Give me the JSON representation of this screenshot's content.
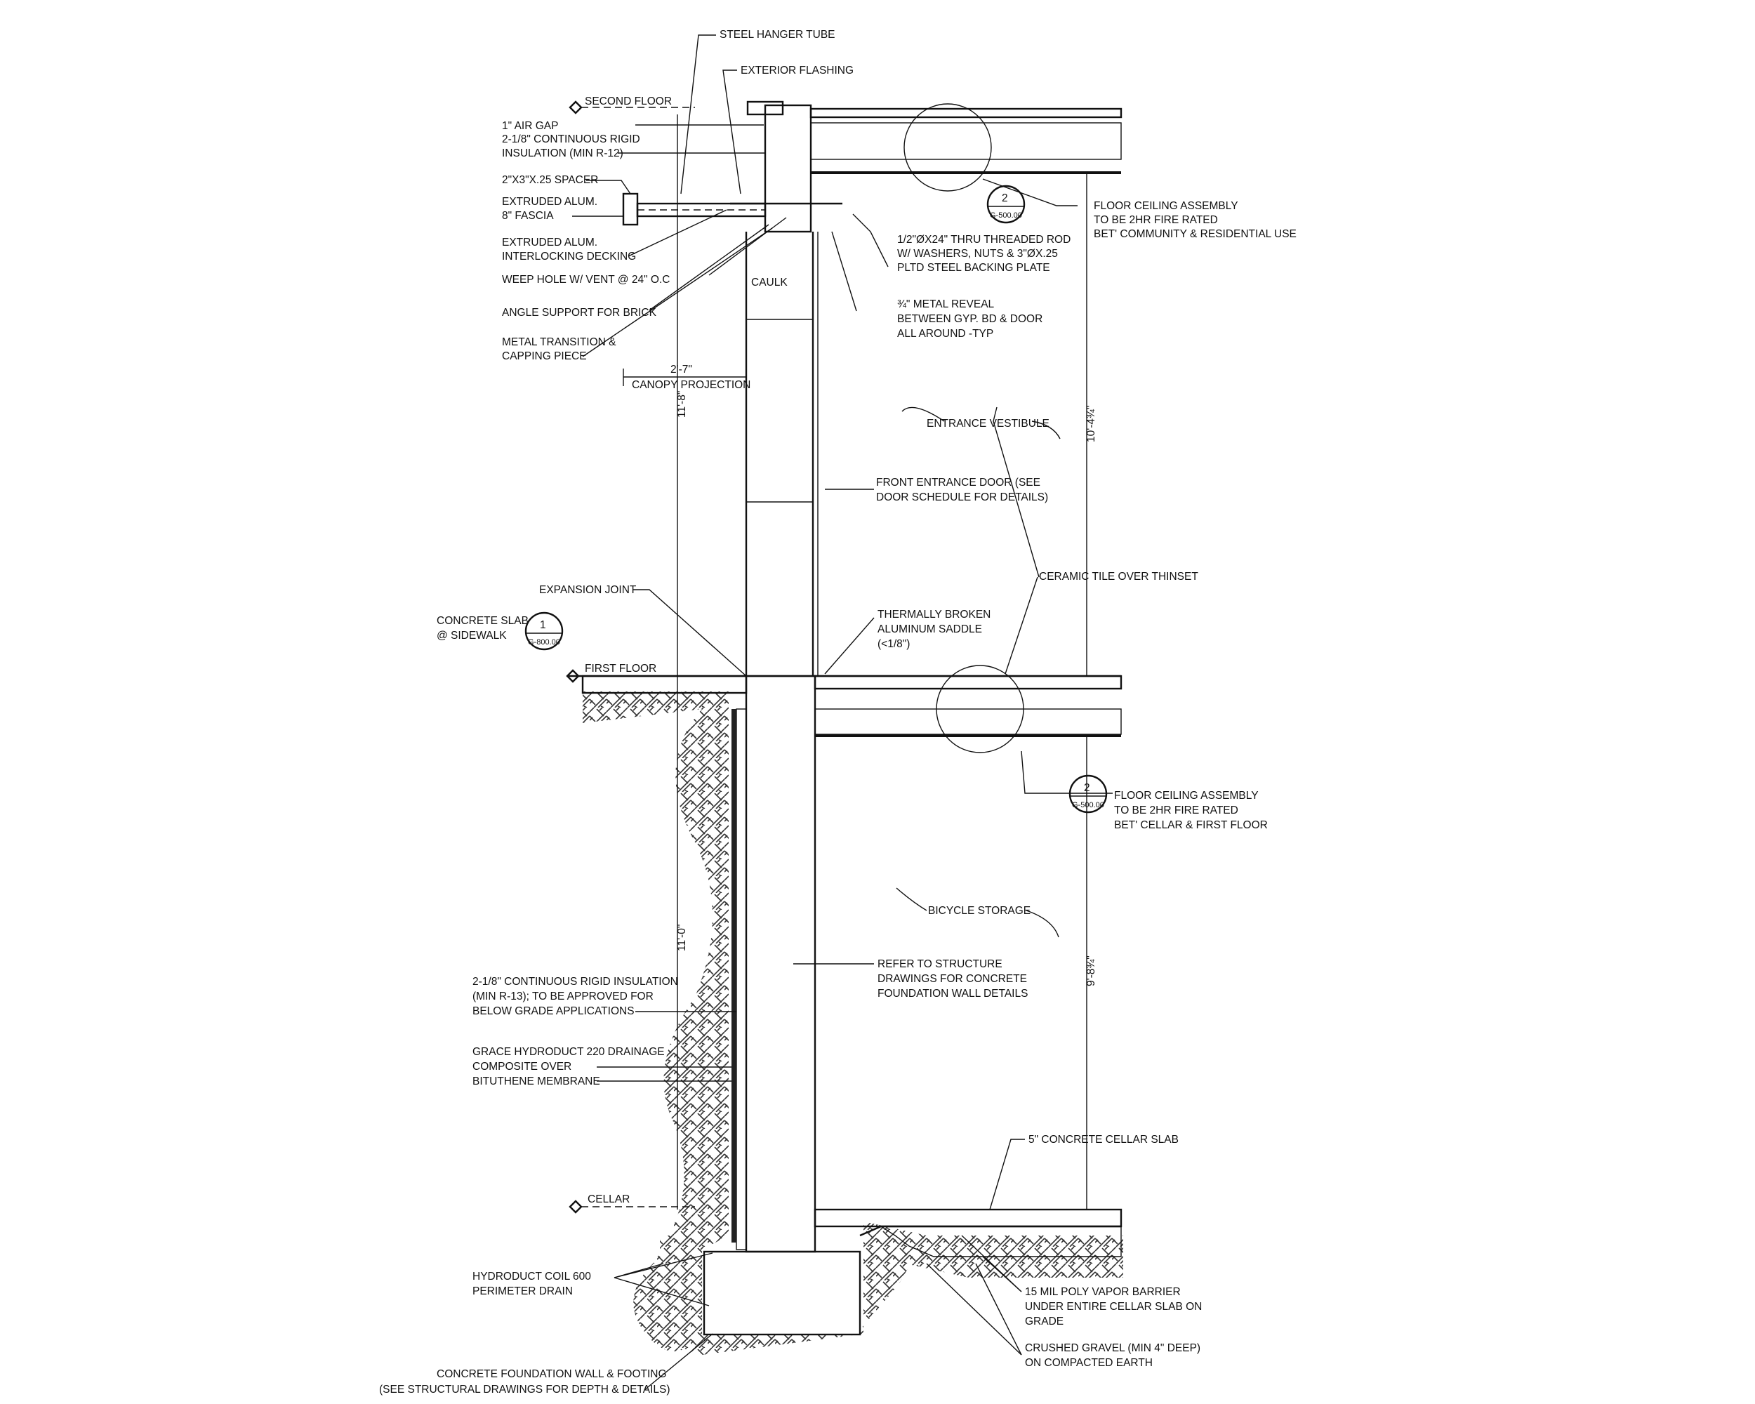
{
  "levels": {
    "second_floor": "SECOND FLOOR",
    "first_floor": "FIRST FLOOR",
    "cellar": "CELLAR"
  },
  "dimensions": {
    "canopy_width": "2'-7\"",
    "canopy_label": "CANOPY PROJECTION",
    "upper_height": "11'-8\"",
    "lower_height": "11'-0\"",
    "vestibule_height": "10'-4¾\"",
    "cellar_height": "9'-8¾\""
  },
  "details": {
    "ref1": {
      "num": "1",
      "sheet": "G-800.00"
    },
    "ref2_top": {
      "num": "2",
      "sheet": "G-500.00"
    },
    "ref2_bottom": {
      "num": "2",
      "sheet": "G-500.00"
    }
  },
  "notes_left_top": [
    "1\" AIR GAP",
    "2-1/8\" CONTINUOUS RIGID",
    "INSULATION (MIN R-12)",
    "2\"X3\"X.25 SPACER",
    "EXTRUDED ALUM.",
    "8\" FASCIA",
    "EXTRUDED ALUM.",
    "INTERLOCKING DECKING",
    "WEEP HOLE W/ VENT @ 24\" O.C",
    "ANGLE SUPPORT FOR BRICK",
    "METAL TRANSITION &",
    "CAPPING PIECE"
  ],
  "notes_top": {
    "hanger": "STEEL HANGER TUBE",
    "flashing": "EXTERIOR FLASHING",
    "caulk": "CAULK"
  },
  "notes_right_top": {
    "floor_assembly_top": [
      "FLOOR CEILING ASSEMBLY",
      "TO BE 2HR FIRE RATED",
      "BET' COMMUNITY & RESIDENTIAL USE"
    ],
    "threaded_rod": [
      "1/2\"ØX24\" THRU THREADED ROD",
      "W/ WASHERS, NUTS & 3\"ØX.25",
      "PLTD STEEL BACKING PLATE"
    ],
    "reveal": [
      "¾\" METAL REVEAL",
      "BETWEEN GYP. BD & DOOR",
      "ALL AROUND -TYP"
    ]
  },
  "notes_mid": {
    "vestibule": "ENTRANCE VESTIBULE",
    "door": [
      "FRONT ENTRANCE DOOR (SEE",
      "DOOR SCHEDULE FOR DETAILS)"
    ],
    "tile": "CERAMIC TILE OVER THINSET",
    "saddle": [
      "THERMALLY BROKEN",
      "ALUMINUM SADDLE",
      "(<1/8\")"
    ],
    "expansion": "EXPANSION JOINT",
    "sidewalk": [
      "CONCRETE SLAB",
      "@ SIDEWALK"
    ],
    "floor_assembly_bottom": [
      "FLOOR CEILING ASSEMBLY",
      "TO BE 2HR FIRE RATED",
      "BET' CELLAR & FIRST FLOOR"
    ],
    "bicycle": "BICYCLE STORAGE",
    "structure": [
      "REFER TO STRUCTURE",
      "DRAWINGS FOR CONCRETE",
      "FOUNDATION WALL  DETAILS"
    ]
  },
  "notes_bottom": {
    "insulation": [
      "2-1/8\" CONTINUOUS RIGID INSULATION",
      "(MIN R-13); TO BE APPROVED FOR",
      "BELOW GRADE APPLICATIONS"
    ],
    "drainage": [
      "GRACE HYDRODUCT 220 DRAINAGE",
      "COMPOSITE OVER",
      "BITUTHENE MEMBRANE"
    ],
    "cellar_slab": "5\" CONCRETE CELLAR SLAB",
    "perimeter_drain": [
      "HYDRODUCT COIL 600",
      "PERIMETER DRAIN"
    ],
    "vapor_barrier": [
      "15 MIL POLY VAPOR BARRIER",
      "UNDER ENTIRE CELLAR SLAB ON",
      "GRADE"
    ],
    "gravel": [
      "CRUSHED GRAVEL (MIN 4\" DEEP)",
      "ON COMPACTED EARTH"
    ],
    "footing": [
      "CONCRETE FOUNDATION WALL & FOOTING",
      "(SEE STRUCTURAL DRAWINGS FOR DEPTH & DETAILS)"
    ]
  }
}
